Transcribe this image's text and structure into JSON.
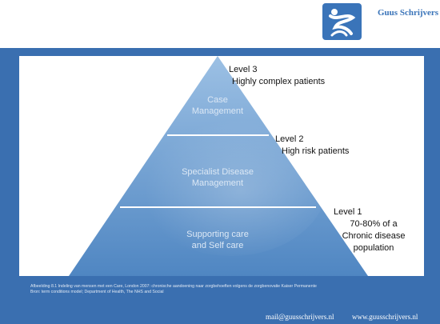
{
  "brand": {
    "name": "Guus Schrijvers",
    "logo_icon": "stylized-figure-icon",
    "color": "#3a74b9"
  },
  "pyramid": {
    "tiers": [
      {
        "label_lines": [
          "Case",
          "Management"
        ]
      },
      {
        "label_lines": [
          "Specialist Disease",
          "Management"
        ]
      },
      {
        "label_lines": [
          "Supporting care",
          "and Self care"
        ]
      }
    ],
    "levels": [
      {
        "title": "Level 3",
        "lines": [
          "Highly complex patients"
        ]
      },
      {
        "title": "Level 2",
        "lines": [
          "High risk patients"
        ]
      },
      {
        "title": "Level 1",
        "lines": [
          "70-80% of a",
          "Chronic disease",
          "population"
        ]
      }
    ]
  },
  "caption": {
    "line1": "Afbeelding 8.1 Indeling van mensen met een Care, London 2007: chronische aandoening naar zorgbehoeften volgens de zorgbenovatie Kaiser Permanente",
    "line2": "Bron: term conditions model; Department of Health, The NHS and Social"
  },
  "footer": {
    "email": "mail@guusschrijvers.nl",
    "website": "www.guusschrijvers.nl"
  },
  "colors": {
    "band": "#3a6fb0",
    "pyramid_top": "#8fb7df",
    "pyramid_bottom": "#4f86c2"
  }
}
